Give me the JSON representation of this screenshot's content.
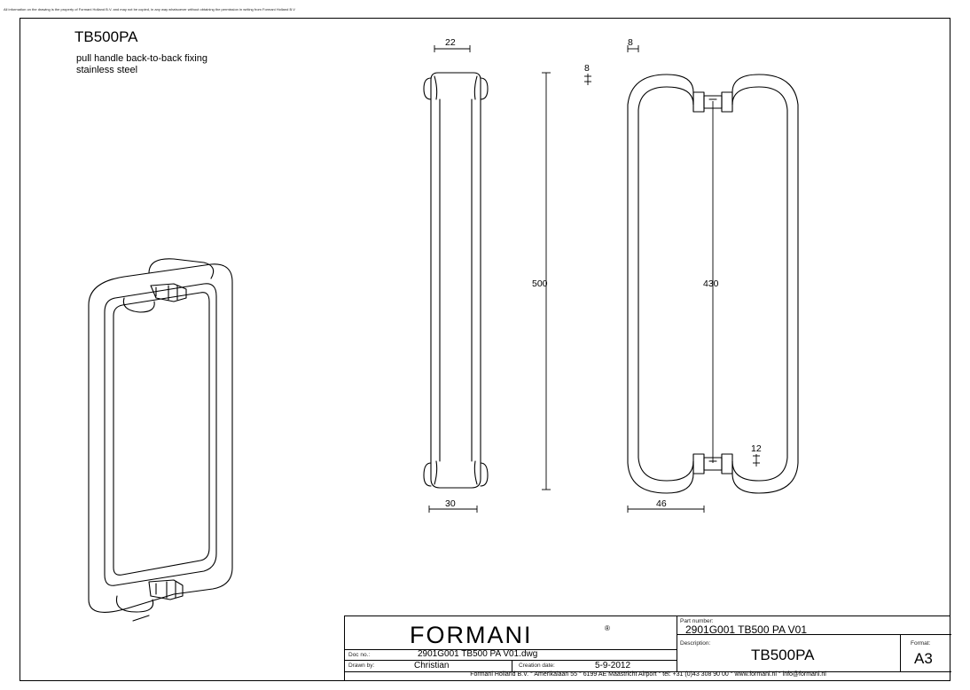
{
  "disclaimer": "All information on the drawing is the property of Formani Holland B.V. and may not be copied, in any way whatsoever without obtaining the permission in writing from Formani Holland B.V",
  "product": {
    "title": "TB500PA",
    "description_line1": "pull handle back-to-back fixing",
    "description_line2": "stainless steel"
  },
  "dimensions": {
    "side_top_width": "22",
    "side_bottom_width": "30",
    "side_length": "500",
    "side_base_thickness": "8",
    "front_gap": "8",
    "front_centers": "430",
    "front_depth": "46",
    "front_base_thickness": "12"
  },
  "title_block": {
    "logo": "FORMANI",
    "logo_mark": "®",
    "doc_no_label": "Doc no.:",
    "doc_no": "2901G001 TB500 PA V01.dwg",
    "drawn_by_label": "Drawn by:",
    "drawn_by": "Christian",
    "creation_date_label": "Creation date:",
    "creation_date": "5-9-2012",
    "part_number_label": "Part number:",
    "part_number": "2901G001 TB500 PA V01",
    "description_label": "Description:",
    "description": "TB500PA",
    "format_label": "Format:",
    "format": "A3",
    "footer": "Formani Holland B.V. ° Amerikalaan 55 ° 6199 AE Maastricht Airport ° tel: +31 (0)43 308 90 00 ° www.formani.nl ° info@formani.nl"
  }
}
